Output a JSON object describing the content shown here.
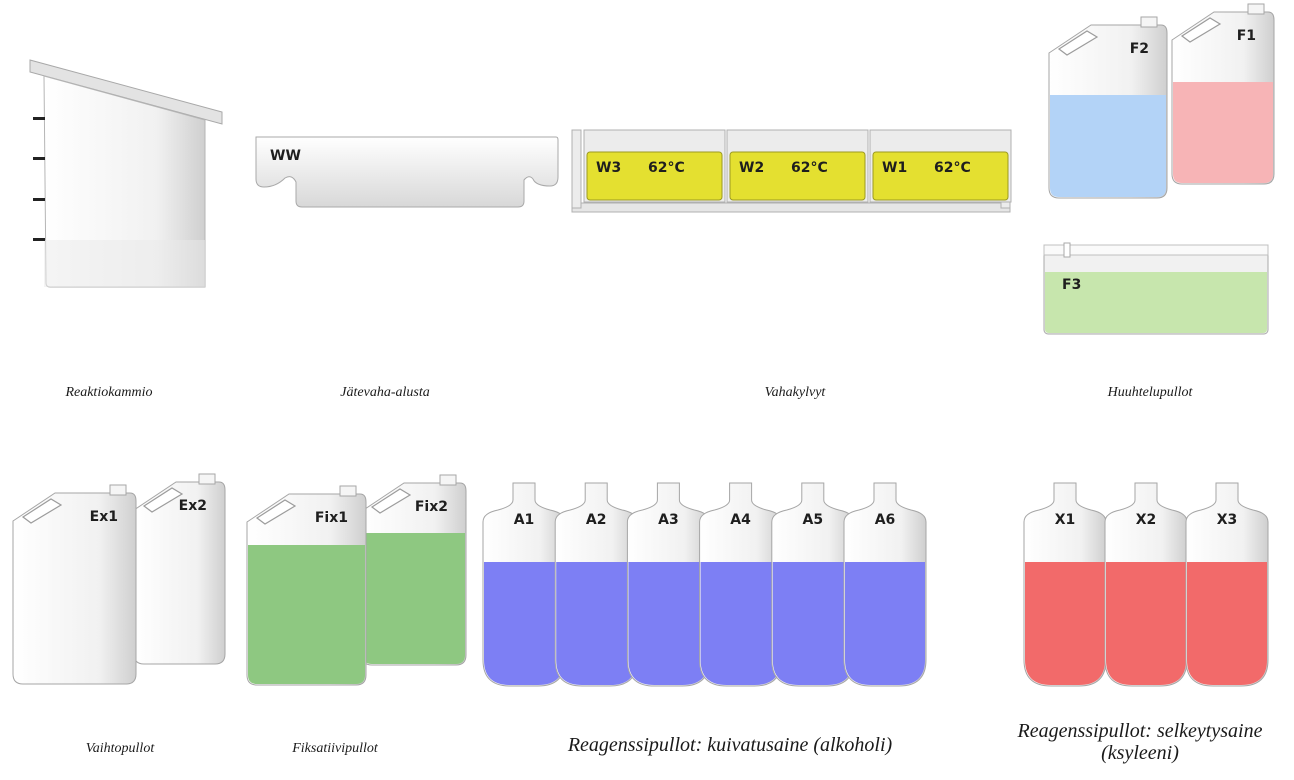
{
  "colors": {
    "white_body": "#f3f3f3",
    "wax_yellow": "#e4e030",
    "flush_blue": "#b3d3f7",
    "flush_pink": "#f7b4b6",
    "flush_green": "#c7e6ad",
    "fix_green": "#8ec881",
    "alcohol_purple": "#7d7ff4",
    "xylene_red": "#f26a6a"
  },
  "reaction_chamber": {
    "caption": "Reaktiokammio"
  },
  "waste_tray": {
    "label": "WW",
    "caption": "Jätevaha-alusta"
  },
  "wax_baths": {
    "caption": "Vahakylvyt",
    "baths": [
      {
        "label": "W3",
        "temp": "62°C"
      },
      {
        "label": "W2",
        "temp": "62°C"
      },
      {
        "label": "W1",
        "temp": "62°C"
      }
    ]
  },
  "flush_bottles": {
    "caption": "Huuhtelupullot",
    "bottles": [
      {
        "label": "F2",
        "fluid": "flush_blue"
      },
      {
        "label": "F1",
        "fluid": "flush_pink"
      }
    ],
    "tray": {
      "label": "F3",
      "fluid": "flush_green"
    }
  },
  "exchange_bottles": {
    "caption": "Vaihtopullot",
    "labels": [
      "Ex1",
      "Ex2"
    ]
  },
  "fixative_bottles": {
    "caption": "Fiksatiivipullot",
    "labels": [
      "Fix1",
      "Fix2"
    ]
  },
  "dehydrant_bottles": {
    "caption": "Reagenssipullot: kuivatusaine (alkoholi)",
    "labels": [
      "A1",
      "A2",
      "A3",
      "A4",
      "A5",
      "A6"
    ]
  },
  "clearing_bottles": {
    "caption": "Reagenssipullot: selkeytysaine (ksyleeni)",
    "labels": [
      "X1",
      "X2",
      "X3"
    ]
  }
}
